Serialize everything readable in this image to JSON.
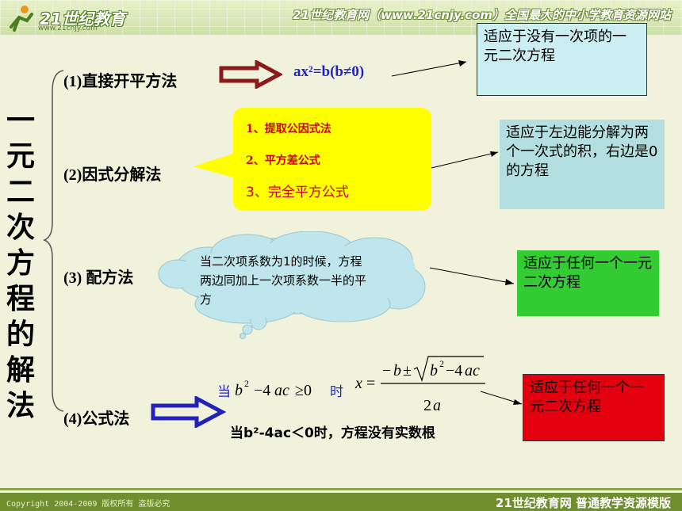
{
  "header": {
    "logo": "21世纪教育",
    "logo_sub": "www.21cnjy.com",
    "tagline": "21世纪教育网（www.21cnjy.com）全国最大的中小学教育资源网站"
  },
  "footer": {
    "copyright": "Copyright 2004-2009 版权所有 盗版必究",
    "brand": "21世纪教育网   普通教学资源模版"
  },
  "title": "一元二次方程的解法",
  "methods": [
    {
      "label": "(1)直接开平方法",
      "formula": "ax²=b(b≠0)",
      "applies": "适应于没有一次项的一元二次方程"
    },
    {
      "label": "(2)因式分解法",
      "sub_items": [
        "1、提取公因式法",
        "2、平方差公式",
        "3、完全平方公式"
      ],
      "applies": "适应于左边能分解为两个一次式的积，右边是0的方程"
    },
    {
      "label": "(3) 配方法",
      "cloud_text": "当二次项系数为1的时候，方程两边同加上一次项系数一半的平方",
      "applies": "适应于任何一个一元二次方程"
    },
    {
      "label": "(4)公式法",
      "condition_prefix": "当",
      "condition_suffix": "时",
      "negative_note": "当b²-4ac＜0时，方程没有实数根",
      "applies": "适应于任何一个一元二次方程"
    }
  ],
  "colors": {
    "box1": "#cbeef3",
    "box2": "#b3dfe0",
    "box3": "#33cc33",
    "box4": "#e3000f",
    "yellow": "#ffff00",
    "cloud": "#bfe6ec"
  }
}
